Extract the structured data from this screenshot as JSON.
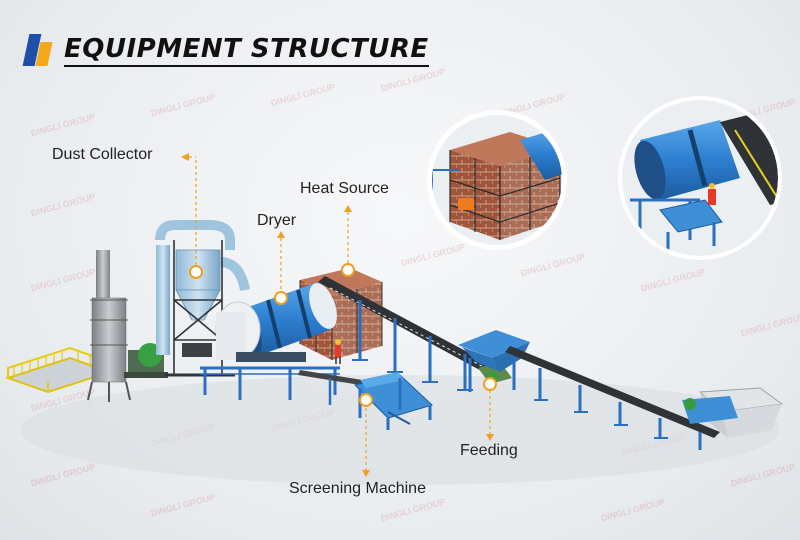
{
  "header": {
    "title": "EQUIPMENT STRUCTURE"
  },
  "watermark": "DINGLI GROUP",
  "labels": {
    "dust_collector": "Dust Collector",
    "heat_source": "Heat Source",
    "dryer": "Dryer",
    "feeding": "Feeding",
    "screening_machine": "Screening Machine"
  },
  "colors": {
    "accent": "#f0a020",
    "drum_blue": "#2d7fd0",
    "frame_blue": "#2a6fc0",
    "brick": "#a0553a"
  }
}
